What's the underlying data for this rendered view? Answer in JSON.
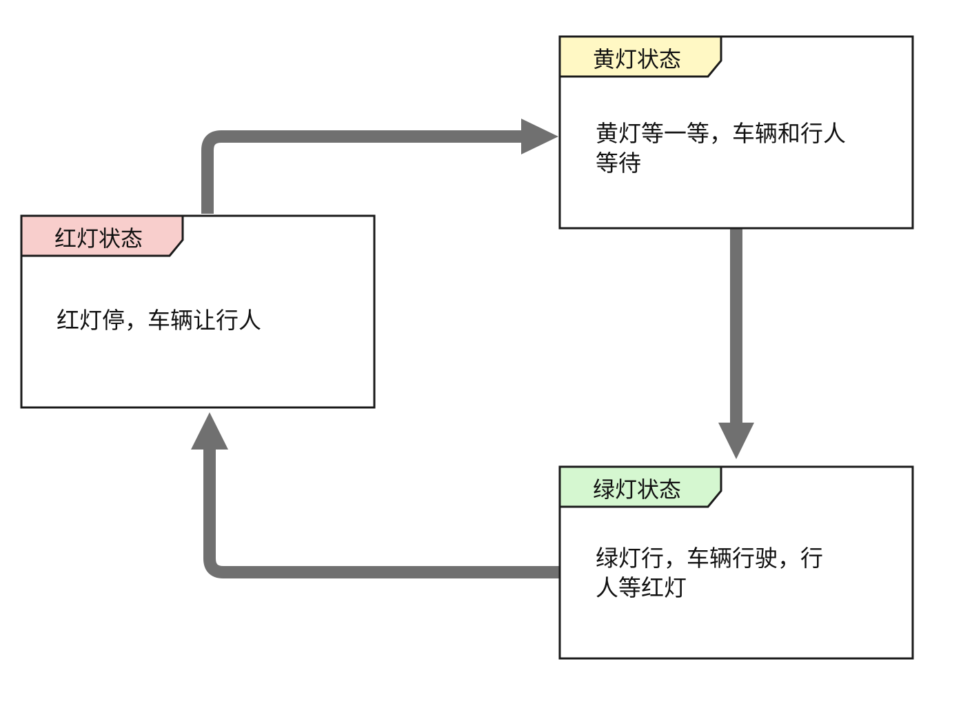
{
  "states": {
    "red": {
      "title": "红灯状态",
      "line1": "红灯停，车辆让行人",
      "line2": "",
      "tab_color": "#f8cecc"
    },
    "yellow": {
      "title": "黄灯状态",
      "line1": "黄灯等一等，车辆和行人",
      "line2": "等待",
      "tab_color": "#fff8c4"
    },
    "green": {
      "title": "绿灯状态",
      "line1": "绿灯行，车辆行驶，行",
      "line2": "人等红灯",
      "tab_color": "#d5f7d0"
    }
  },
  "colors": {
    "edge": "#707070",
    "border": "#1a1a1a"
  }
}
